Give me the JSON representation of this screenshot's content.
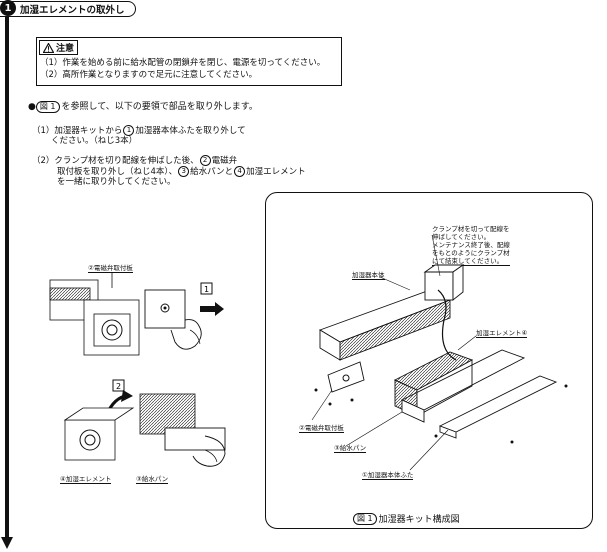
{
  "header": {
    "step_number": "1",
    "title": "加湿エレメントの取外し"
  },
  "caution": {
    "title": "注意",
    "items": [
      "（1）作業を始める前に給水配管の閉鎖弁を閉じ、電源を切ってください。",
      "（2）高所作業となりますので足元に注意してください。"
    ]
  },
  "intro": {
    "fig_ref": "図 1",
    "text": "を参照して、以下の要領で部品を取り外します。"
  },
  "steps": [
    {
      "line1_pre": "（1）加湿器キットから",
      "line1_num": "1",
      "line1_post": "加湿器本体ふたを取り外して",
      "line2": "ください。（ねじ3本）"
    },
    {
      "line1_pre": "（2）クランプ材を切り配線を伸ばした後、",
      "line1_num": "2",
      "line1_post": "電磁弁",
      "line2_pre": "取付板を取り外し（ねじ4本）、",
      "line2_num_a": "3",
      "line2_mid": "給水パンと",
      "line2_num_b": "4",
      "line2_post": "加湿エレメント",
      "line3": "を一緒に取り外してください。"
    }
  ],
  "left_figures": {
    "label_valve_plate": "②電磁弁取付板",
    "step_box_1": "1",
    "step_box_2": "2",
    "label_element": "④加湿エレメント",
    "label_pan": "③給水パン"
  },
  "diagram": {
    "note_lines": [
      "クランプ材を切って配線を",
      "伸ばしてください。",
      "メンテナンス終了後、配線",
      "をもとのようにクランプ材",
      "にて結束してください。"
    ],
    "label_body": "加湿器本体",
    "label_element": "加湿エレメント④",
    "label_valve_plate": "②電磁弁取付板",
    "label_pan": "③給水パン",
    "label_cover": "①加湿器本体ふた",
    "caption_ref": "図 1",
    "caption_text": "加湿器キット構成図"
  }
}
